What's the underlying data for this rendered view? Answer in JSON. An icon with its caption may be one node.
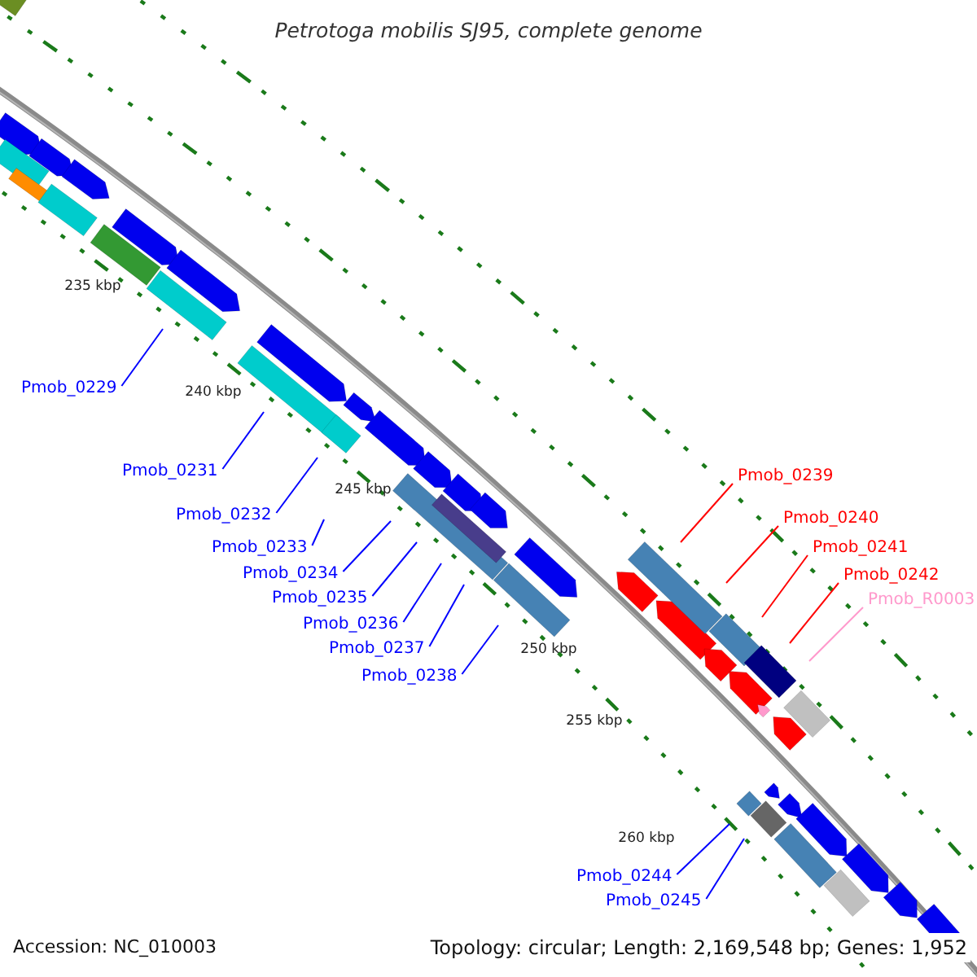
{
  "diagram": {
    "title": "Petrotoga mobilis SJ95, complete genome",
    "nodes": [
      {
        "text": [
          "Pmob_0229"
        ]
      },
      {
        "text": [
          "Pmob_0231"
        ]
      },
      {
        "text": [
          "Pmob_0232"
        ]
      },
      {
        "text": [
          "Pmob_0233"
        ]
      },
      {
        "text": [
          "Pmob_0234"
        ]
      },
      {
        "text": [
          "Pmob_0235"
        ]
      },
      {
        "text": [
          "Pmob_0236"
        ]
      },
      {
        "text": [
          "Pmob_0237"
        ]
      },
      {
        "text": [
          "Pmob_0238"
        ]
      },
      {
        "text": [
          "Pmob_0239"
        ]
      },
      {
        "text": [
          "Pmob_0240"
        ]
      },
      {
        "text": [
          "Pmob_0241"
        ]
      },
      {
        "text": [
          "Pmob_0242"
        ]
      },
      {
        "text": [
          "Pmob_R0003"
        ]
      },
      {
        "text": [
          "Pmob_0244"
        ]
      },
      {
        "text": [
          "Pmob_0245"
        ]
      }
    ],
    "edges": [
      {
        "from": 0,
        "to": null,
        "arrow": "none"
      },
      {
        "from": 1,
        "to": null,
        "arrow": "none"
      },
      {
        "from": 2,
        "to": null,
        "arrow": "none"
      },
      {
        "from": 3,
        "to": null,
        "arrow": "none"
      },
      {
        "from": 4,
        "to": null,
        "arrow": "none"
      },
      {
        "from": 5,
        "to": null,
        "arrow": "none"
      },
      {
        "from": 6,
        "to": null,
        "arrow": "none"
      },
      {
        "from": 7,
        "to": null,
        "arrow": "none"
      },
      {
        "from": 8,
        "to": null,
        "arrow": "none"
      },
      {
        "from": 9,
        "to": null,
        "arrow": "none",
        "color": "#ff0000"
      },
      {
        "from": 10,
        "to": null,
        "arrow": "none",
        "color": "#ff0000"
      },
      {
        "from": 11,
        "to": null,
        "arrow": "none",
        "color": "#ff0000"
      },
      {
        "from": 12,
        "to": null,
        "arrow": "none",
        "color": "#ff0000"
      },
      {
        "from": 13,
        "to": null,
        "arrow": "none",
        "color": "#ff99cc"
      },
      {
        "from": 14,
        "to": null,
        "arrow": "none"
      },
      {
        "from": 15,
        "to": null,
        "arrow": "none"
      }
    ],
    "labels": [
      "235 kbp",
      "240 kbp",
      "245 kbp",
      "250 kbp",
      "255 kbp",
      "260 kbp",
      "Accession: NC_010003",
      "Topology: circular; Length: 2,169,548 bp; Genes: 1,952"
    ]
  }
}
